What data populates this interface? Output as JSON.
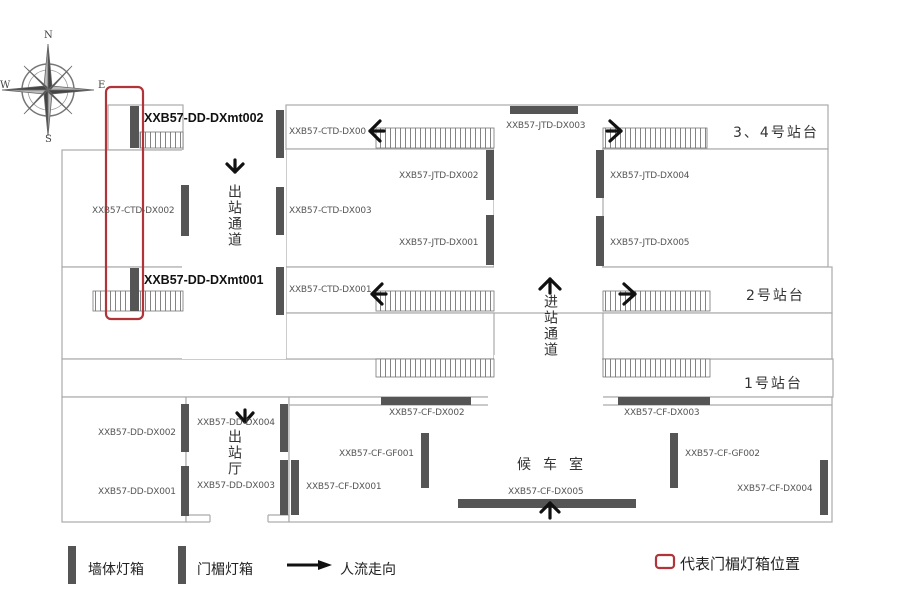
{
  "compass": {
    "north": "N",
    "south": "S",
    "east": "E",
    "west": "W"
  },
  "labels": {
    "mt002": "XXB57-DD-DXmt002",
    "mt001": "XXB57-DD-DXmt001",
    "ctd002": "XXB57-CTD-DX002",
    "ctd00x": "XXB57-CTD-DX00",
    "ctd003": "XXB57-CTD-DX003",
    "ctd001": "XXB57-CTD-DX001",
    "jtd003": "XXB57-JTD-DX003",
    "jtd002": "XXB57-JTD-DX002",
    "jtd001": "XXB57-JTD-DX001",
    "jtd004": "XXB57-JTD-DX004",
    "jtd005": "XXB57-JTD-DX005",
    "dd002": "XXB57-DD-DX002",
    "dd001": "XXB57-DD-DX001",
    "dd004": "XXB57-DD-DX004",
    "dd003": "XXB57-DD-DX003",
    "cf002": "XXB57-CF-DX002",
    "cf003": "XXB57-CF-DX003",
    "cfgf001": "XXB57-CF-GF001",
    "cfgf002": "XXB57-CF-GF002",
    "cf001": "XXB57-CF-DX001",
    "cf005": "XXB57-CF-DX005",
    "cf004": "XXB57-CF-DX004"
  },
  "areas": {
    "platform34": "3、4号站台",
    "platform2": "2号站台",
    "platform1": "1号站台",
    "exit_passage": "出站通道",
    "entry_passage": "进站通道",
    "exit_hall": "出站厅",
    "waiting_room": "候车室"
  },
  "legend": {
    "wall_lightbox": "墙体灯箱",
    "door_lightbox": "门楣灯箱",
    "flow_direction": "人流走向",
    "highlight_note": "代表门楣灯箱位置"
  },
  "colors": {
    "wall": "#aaaaaa",
    "lightbox": "#555555",
    "highlight": "#b0343a"
  }
}
